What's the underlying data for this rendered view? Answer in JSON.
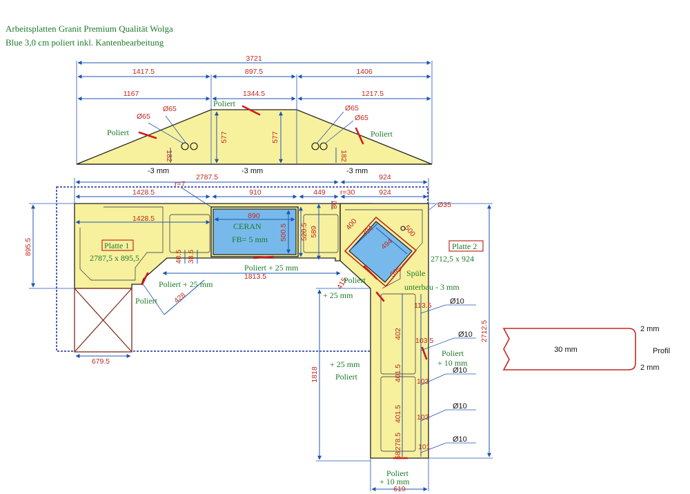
{
  "header": {
    "line1": "Arbeitsplatten Granit Premium Qualität Wolga",
    "line2": "Blue 3,0 cm poliert inkl. Kantenbearbeitung"
  },
  "colors": {
    "plate_fill": "#f7f19e",
    "dimension_text": "#c0281e",
    "dimension_line": "#1d55b0",
    "note_text": "#1d7a2a",
    "polish_mark": "#d11a1a",
    "sink_fill": "#78b9ec"
  },
  "top_view": {
    "dims": {
      "total": "3721",
      "left": "1417.5",
      "middle": "897.5",
      "right": "1406",
      "left2": "1167",
      "middle2": "1344.5",
      "right2": "1217.5",
      "height1": "577",
      "height2": "577",
      "hole_left_a": "Ø65",
      "hole_left_b": "Ø65",
      "hole_right_a": "Ø65",
      "hole_right_b": "Ø65",
      "hole_offset_left": "182",
      "hole_offset_right": "182"
    },
    "notes": {
      "poliert_left": "Poliert",
      "poliert_center": "Poliert",
      "poliert_right": "Poliert",
      "mm_left": "-3 mm",
      "mm_center": "-3 mm",
      "mm_right": "-3 mm"
    }
  },
  "plan": {
    "dims": {
      "overall_width": "2787.5",
      "overall_right": "924",
      "seg1": "1428.5",
      "seg2": "910",
      "seg3": "449",
      "r_corner": "r=30",
      "seg4": "924",
      "r7": "r=7",
      "inner_seg1": "1428.5",
      "ceran_w": "890",
      "ceran_h": "500.5",
      "opening_h": "520.5",
      "opening_h2": "589",
      "small_80": "80",
      "height_left": "895.5",
      "notch_a": "40.5",
      "notch_b": "38.5",
      "width_lower": "1813.5",
      "diag_428": "428",
      "leg_679": "679.5",
      "sink_400": "400",
      "sink_500": "500",
      "sink_394": "394",
      "sink_494": "494",
      "sink_595": "595",
      "sink_415": "415",
      "hole_35": "Ø35",
      "leg_length": "1818",
      "total_height": "2712.5",
      "seg_113": "113.5",
      "seg_402": "402",
      "seg_103": "103.5",
      "seg_401a": "401.5",
      "seg_103b": "103",
      "seg_401b": "401.5",
      "seg_103c": "103",
      "seg_278": "278.5",
      "seg_101": "101",
      "seg_58": "58",
      "bottom_619": "619",
      "holes": [
        "Ø10",
        "Ø10",
        "Ø10",
        "Ø10",
        "Ø10"
      ]
    },
    "labels": {
      "ceran": "CERAN",
      "fb": "FB= 5 mm",
      "platte1": "Platte 1",
      "platte1_size": "2787,5 x 895,5",
      "platte2": "Platte 2",
      "platte2_size": "2712,5 x 924",
      "spuele": "Spüle",
      "unterbau": "unterbau - 3 mm"
    },
    "notes": {
      "poliert_25_center": "Poliert + 25 mm",
      "poliert_25_left": "Poliert + 25 mm",
      "poliert_left": "Poliert",
      "poliert_sink": "Poliert",
      "plus25": "+ 25 mm",
      "plus25_leg": "+ 25 mm",
      "poliert_leg": "Poliert",
      "poliert_10_right": "Poliert",
      "plus10_right": "+ 10 mm",
      "poliert_bottom": "Poliert",
      "plus10_bottom": "+ 10 mm"
    }
  },
  "profile": {
    "thickness": "30 mm",
    "top": "2 mm",
    "bottom": "2 mm",
    "label": "Profil"
  }
}
